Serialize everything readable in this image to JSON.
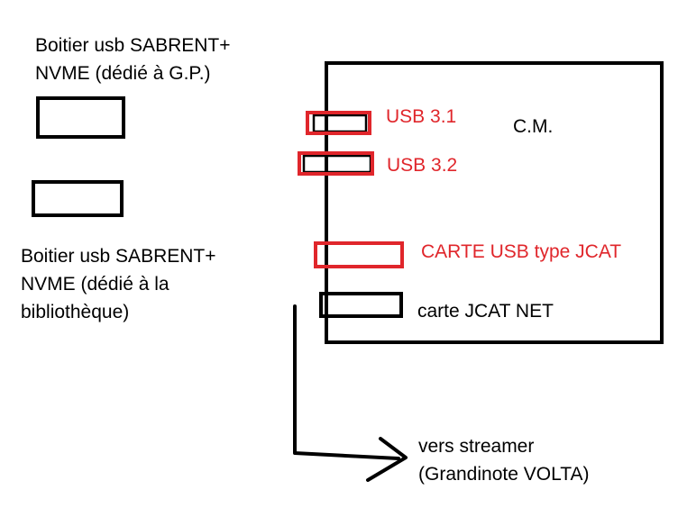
{
  "enclosure_gp": {
    "line1": "Boitier usb SABRENT+",
    "line2": "NVME (dédié à G.P.)"
  },
  "enclosure_library": {
    "line1": "Boitier usb SABRENT+",
    "line2": "NVME (dédié à la",
    "line3": "bibliothèque)"
  },
  "motherboard": {
    "label": "C.M."
  },
  "ports": {
    "usb31": "USB 3.1",
    "usb32": "USB 3.2",
    "jcat_usb": "CARTE USB type JCAT",
    "jcat_net": "carte JCAT NET"
  },
  "streamer": {
    "line1": "vers streamer",
    "line2": "(Grandinote VOLTA)"
  },
  "colors": {
    "highlight": "#e0262b",
    "outline": "#000000"
  }
}
